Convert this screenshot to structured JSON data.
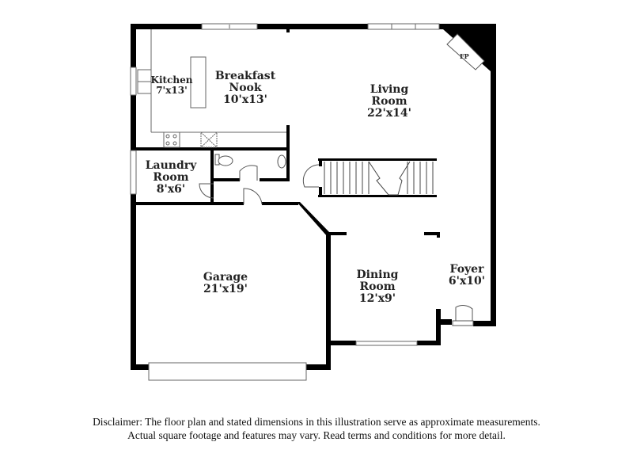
{
  "floor_plan": {
    "rooms": [
      {
        "id": "kitchen",
        "name": "Kitchen",
        "dimensions": "7'x13'"
      },
      {
        "id": "breakfast-nook",
        "name": "Breakfast Nook",
        "name_lines": [
          "Breakfast",
          "Nook"
        ],
        "dimensions": "10'x13'"
      },
      {
        "id": "living-room",
        "name": "Living Room",
        "name_lines": [
          "Living",
          "Room"
        ],
        "dimensions": "22'x14'"
      },
      {
        "id": "laundry-room",
        "name": "Laundry Room",
        "name_lines": [
          "Laundry",
          "Room"
        ],
        "dimensions": "8'x6'"
      },
      {
        "id": "garage",
        "name": "Garage",
        "dimensions": "21'x19'"
      },
      {
        "id": "dining-room",
        "name": "Dining Room",
        "name_lines": [
          "Dining",
          "Room"
        ],
        "dimensions": "12'x9'"
      },
      {
        "id": "foyer",
        "name": "Foyer",
        "dimensions": "6'x10'"
      }
    ],
    "fixtures": {
      "fireplace_label": "FP"
    },
    "colors": {
      "wall": "#000000",
      "fixture_line": "#555555",
      "window_fill": "#dddddd",
      "background": "#ffffff"
    }
  },
  "disclaimer": {
    "line1": "Disclaimer: The floor plan and stated dimensions in this illustration serve as approximate measurements.",
    "line2": "Actual square footage and features may vary. Read terms and conditions for more detail."
  }
}
